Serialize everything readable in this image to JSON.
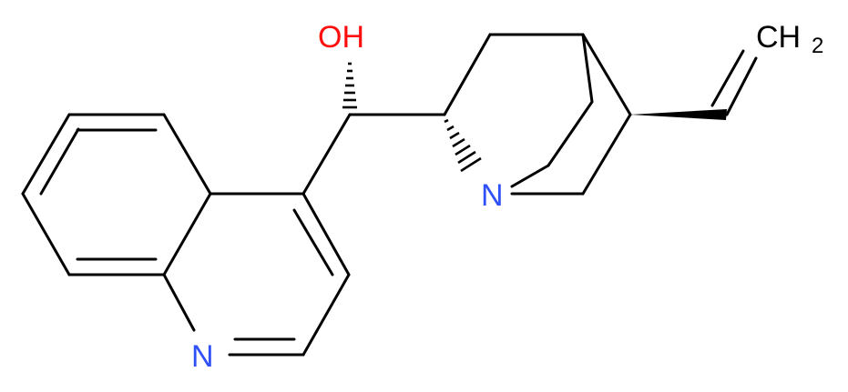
{
  "molecule": {
    "atoms": {
      "hydroxyl": "OH",
      "quinuclidine_n": "N",
      "quinoline_n": "N",
      "vinyl_ch2": "CH",
      "vinyl_ch2_subscript": "2"
    },
    "colors": {
      "bond": "#000000",
      "nitrogen": "#3050f8",
      "oxygen": "#ff0d0d"
    }
  }
}
